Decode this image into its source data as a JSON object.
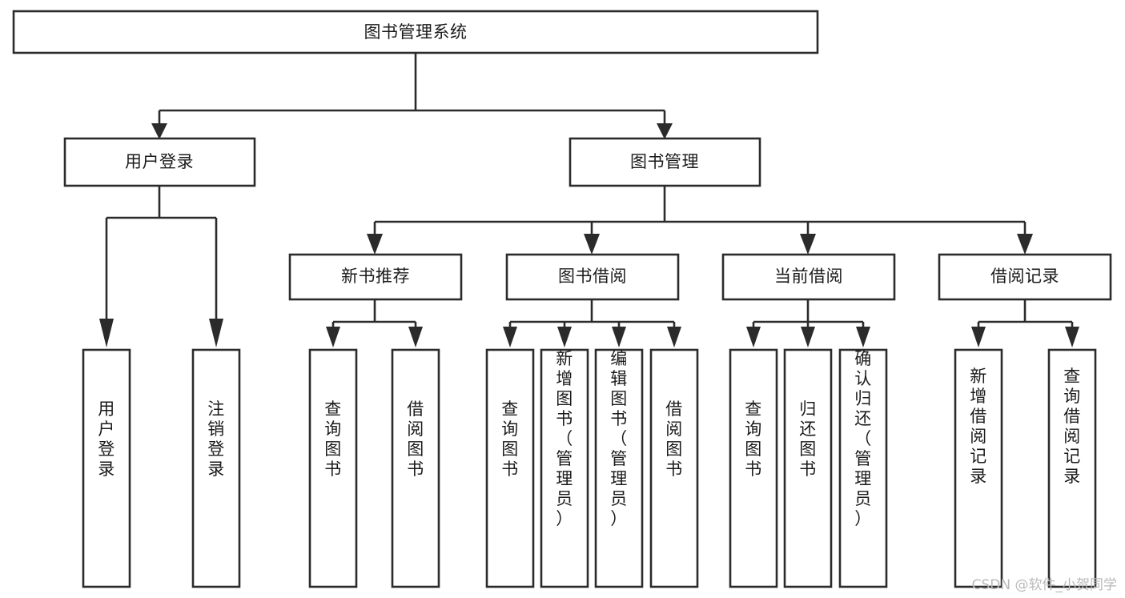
{
  "diagram": {
    "title": "图书管理系统",
    "type": "hierarchy-tree",
    "orientation": "top-down",
    "colors": {
      "box_stroke": "#2b2b2b",
      "box_fill": "#ffffff",
      "connector": "#2b2b2b",
      "text": "#1b1b1b",
      "background": "#ffffff",
      "watermark": "#b9b9b9"
    },
    "levels": {
      "root": {
        "label": "图书管理系统"
      },
      "level2": [
        {
          "label": "用户登录"
        },
        {
          "label": "图书管理"
        }
      ],
      "level3": [
        {
          "label": "新书推荐"
        },
        {
          "label": "图书借阅"
        },
        {
          "label": "当前借阅"
        },
        {
          "label": "借阅记录"
        }
      ]
    },
    "leaves": {
      "user_login": [
        {
          "label": "用户登录"
        },
        {
          "label": "注销登录"
        }
      ],
      "new_book_recommend": [
        {
          "label": "查询图书"
        },
        {
          "label": "借阅图书"
        }
      ],
      "book_borrow": [
        {
          "label": "查询图书"
        },
        {
          "label": "新增图书（管理员）"
        },
        {
          "label": "编辑图书（管理员）"
        },
        {
          "label": "借阅图书"
        }
      ],
      "current_borrow": [
        {
          "label": "查询图书"
        },
        {
          "label": "归还图书"
        },
        {
          "label": "确认归还（管理员）"
        }
      ],
      "borrow_record": [
        {
          "label": "新增借阅记录"
        },
        {
          "label": "查询借阅记录"
        }
      ]
    }
  },
  "watermark": {
    "text": "CSDN @软件_小贺同学"
  }
}
